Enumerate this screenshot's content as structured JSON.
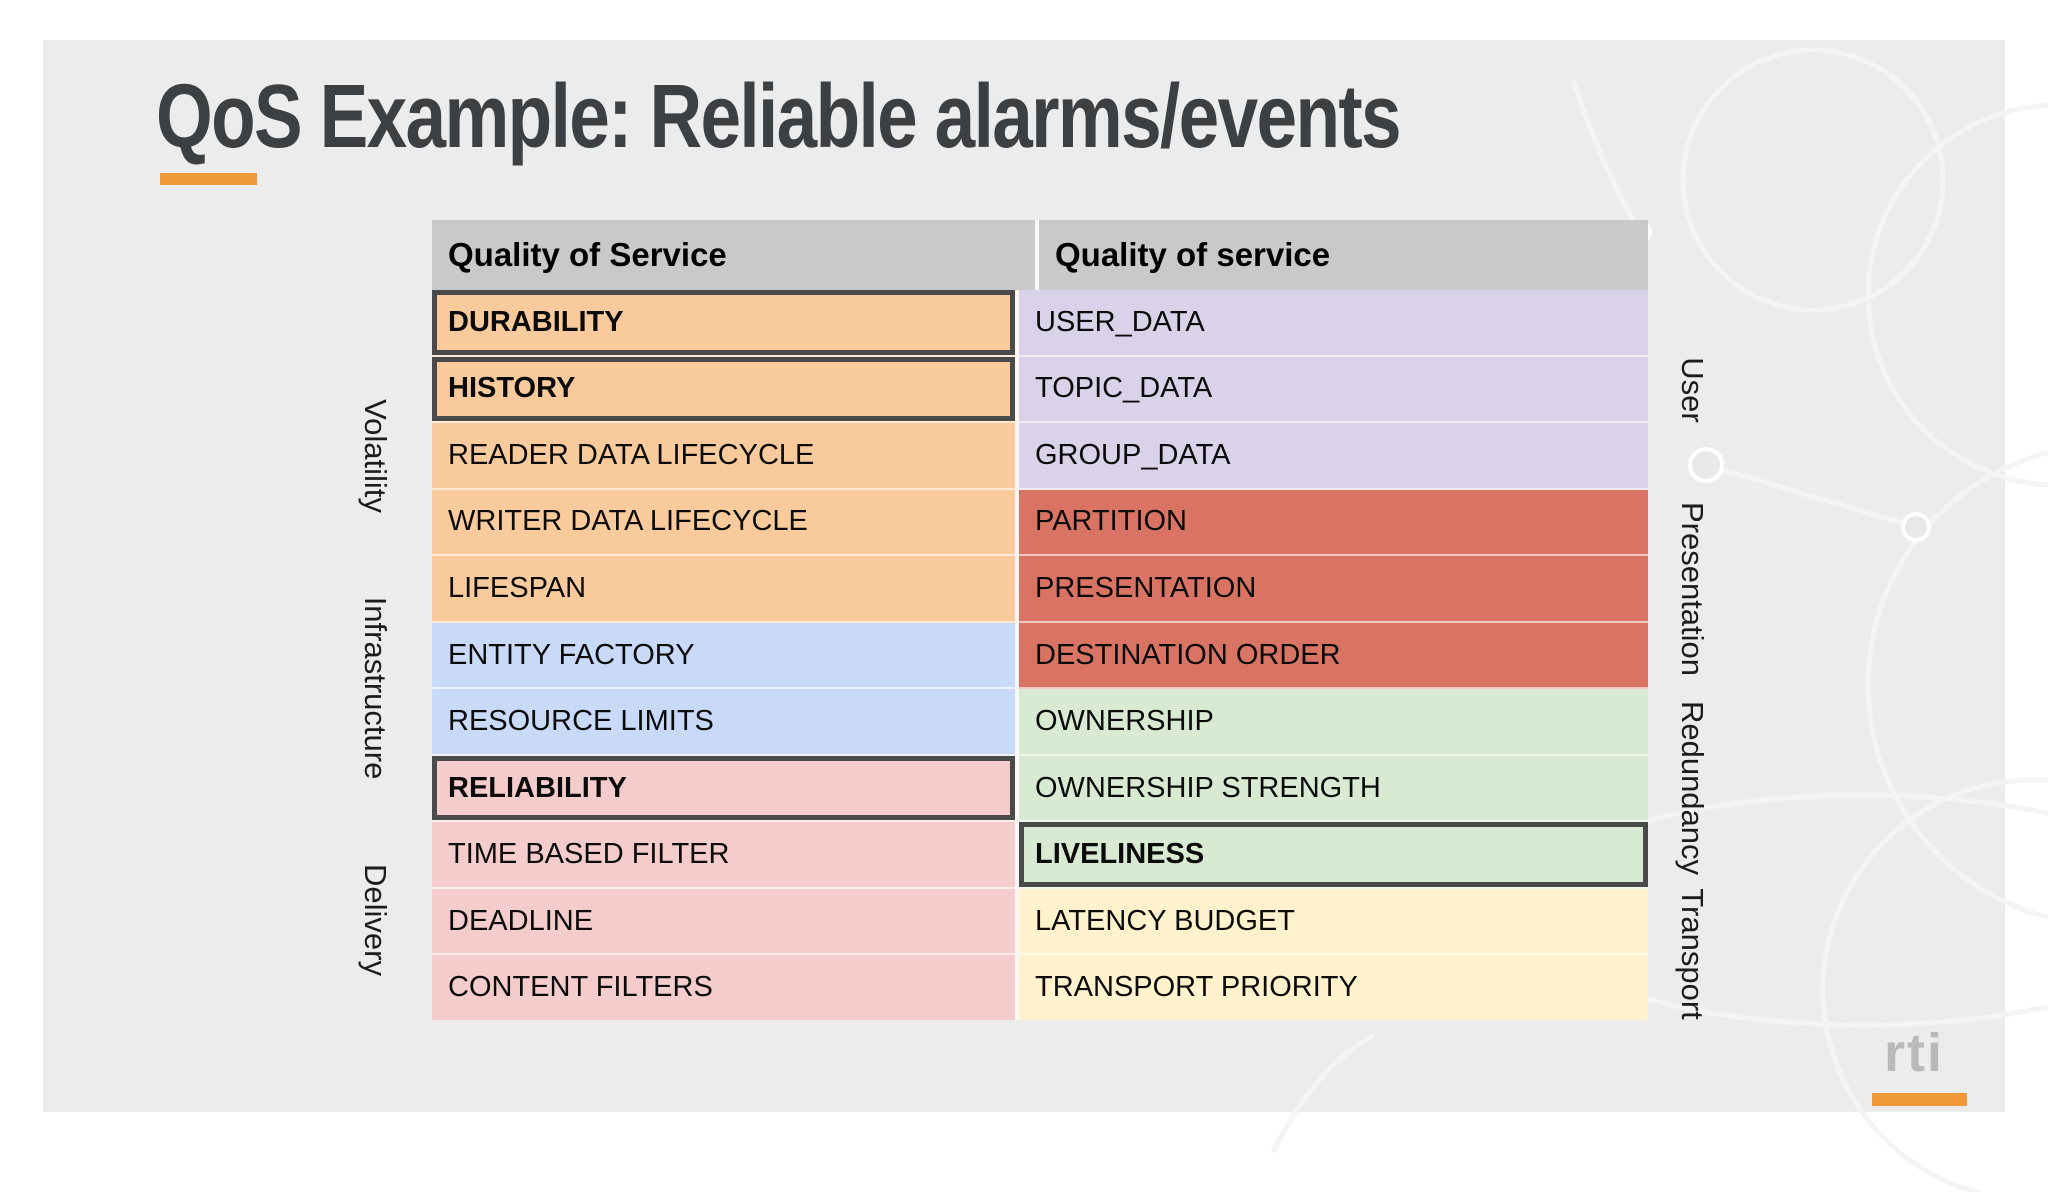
{
  "title": "QoS Example: Reliable alarms/events",
  "table": {
    "left_header": "Quality of Service",
    "right_header": "Quality of service",
    "left_rows": [
      {
        "label": "DURABILITY",
        "color": "orange",
        "bold": true,
        "highlighted": true
      },
      {
        "label": "HISTORY",
        "color": "orange",
        "bold": true,
        "highlighted": true
      },
      {
        "label": "READER DATA LIFECYCLE",
        "color": "orange",
        "bold": false,
        "highlighted": false
      },
      {
        "label": "WRITER DATA LIFECYCLE",
        "color": "orange",
        "bold": false,
        "highlighted": false
      },
      {
        "label": "LIFESPAN",
        "color": "orange",
        "bold": false,
        "highlighted": false
      },
      {
        "label": "ENTITY FACTORY",
        "color": "blue",
        "bold": false,
        "highlighted": false
      },
      {
        "label": "RESOURCE LIMITS",
        "color": "blue",
        "bold": false,
        "highlighted": false
      },
      {
        "label": "RELIABILITY",
        "color": "pink",
        "bold": true,
        "highlighted": true
      },
      {
        "label": "TIME BASED FILTER",
        "color": "pink",
        "bold": false,
        "highlighted": false
      },
      {
        "label": "DEADLINE",
        "color": "pink",
        "bold": false,
        "highlighted": false
      },
      {
        "label": "CONTENT FILTERS",
        "color": "pink",
        "bold": false,
        "highlighted": false
      }
    ],
    "right_rows": [
      {
        "label": "USER_DATA",
        "color": "lavender",
        "bold": false,
        "highlighted": false
      },
      {
        "label": "TOPIC_DATA",
        "color": "lavender",
        "bold": false,
        "highlighted": false
      },
      {
        "label": "GROUP_DATA",
        "color": "lavender",
        "bold": false,
        "highlighted": false
      },
      {
        "label": "PARTITION",
        "color": "red",
        "bold": false,
        "highlighted": false
      },
      {
        "label": "PRESENTATION",
        "color": "red",
        "bold": false,
        "highlighted": false
      },
      {
        "label": "DESTINATION ORDER",
        "color": "red",
        "bold": false,
        "highlighted": false
      },
      {
        "label": "OWNERSHIP",
        "color": "green",
        "bold": false,
        "highlighted": false
      },
      {
        "label": "OWNERSHIP STRENGTH",
        "color": "green",
        "bold": false,
        "highlighted": false
      },
      {
        "label": "LIVELINESS",
        "color": "green",
        "bold": true,
        "highlighted": true
      },
      {
        "label": "LATENCY BUDGET",
        "color": "yellow",
        "bold": false,
        "highlighted": false
      },
      {
        "label": "TRANSPORT PRIORITY",
        "color": "yellow",
        "bold": false,
        "highlighted": false
      }
    ]
  },
  "side_labels": {
    "left": [
      "Volatility",
      "Infrastructure",
      "Delivery"
    ],
    "right": [
      "User",
      "Presentation",
      "Redundancy",
      "Transport"
    ]
  },
  "logo_text": "rti",
  "colors": {
    "orange": "#f9cb9c",
    "blue": "#c9daf8",
    "pink": "#f4cccc",
    "lavender": "#d9d2e9",
    "red": "#d97364",
    "green": "#d9ead3",
    "yellow": "#fff2cc",
    "header_gray": "#c9c9c9",
    "accent_orange": "#f0993a",
    "highlight_border": "#4a4a4a",
    "title_color": "#3d4043",
    "logo_gray": "#b9b9b9",
    "slide_background": "#ececec"
  }
}
